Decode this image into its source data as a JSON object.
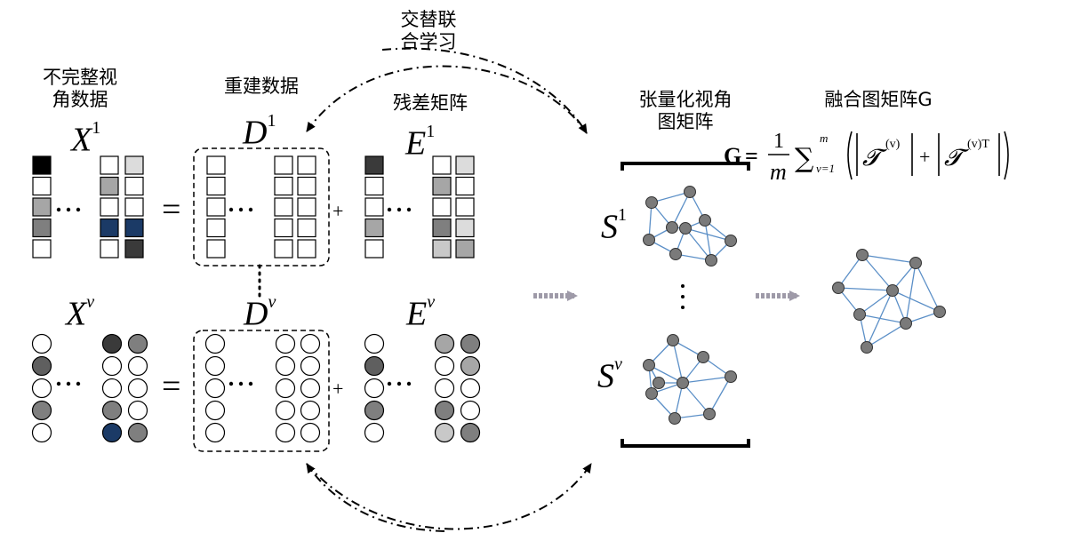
{
  "labels": {
    "alternate_learning": [
      "交替联",
      "合学习"
    ],
    "incomplete_data": [
      "不完整视",
      "角数据"
    ],
    "reconstructed_data": "重建数据",
    "residual_matrix": "残差矩阵",
    "tensor_graph": [
      "张量化视角",
      "图矩阵"
    ],
    "fusion_graph": "融合图矩阵G"
  },
  "symbols": {
    "x1_base": "X",
    "x1_sup": "1",
    "xv_base": "X",
    "xv_sup": "v",
    "d1_base": "D",
    "d1_sup": "1",
    "dv_base": "D",
    "dv_sup": "v",
    "e1_base": "E",
    "e1_sup": "1",
    "ev_base": "E",
    "ev_sup": "v",
    "s1_base": "S",
    "s1_sup": "1",
    "sv_base": "S",
    "sv_sup": "v",
    "equals": "=",
    "plus": "+",
    "ellipsis": "…",
    "vdots": "⋮"
  },
  "formula": {
    "lhs": "G",
    "eq": "=",
    "frac_num": "1",
    "frac_den": "m",
    "sum": "∑",
    "sum_top": "m",
    "sum_bottom": "v=1",
    "tensor": "𝓣",
    "sup_v": "(v)",
    "sup_vt": "(v)T",
    "plus": "+"
  },
  "colors": {
    "black": "#000000",
    "dark": "#3a3a3a",
    "mid_dark": "#5f5f5f",
    "mid": "#7f7f7f",
    "gray": "#a6a6a6",
    "light": "#c8c8c8",
    "very_light": "#dcdcdc",
    "navy": "#1b3a66",
    "edge_blue": "#5b8fc7",
    "node_gray": "#7a7a7a",
    "arrow_gray": "#9e9aa8"
  }
}
